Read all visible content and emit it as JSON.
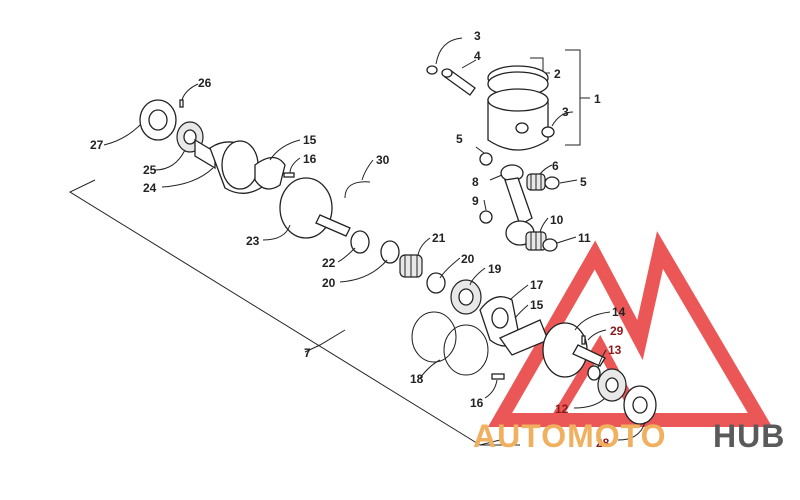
{
  "callouts": [
    {
      "id": "c1",
      "text": "1"
    },
    {
      "id": "c2",
      "text": "2"
    },
    {
      "id": "c3a",
      "text": "3"
    },
    {
      "id": "c3b",
      "text": "3"
    },
    {
      "id": "c4",
      "text": "4"
    },
    {
      "id": "c5a",
      "text": "5"
    },
    {
      "id": "c5b",
      "text": "5"
    },
    {
      "id": "c6",
      "text": "6"
    },
    {
      "id": "c7",
      "text": "7"
    },
    {
      "id": "c8",
      "text": "8"
    },
    {
      "id": "c9",
      "text": "9"
    },
    {
      "id": "c10",
      "text": "10"
    },
    {
      "id": "c11",
      "text": "11"
    },
    {
      "id": "c12",
      "text": "12"
    },
    {
      "id": "c13",
      "text": "13"
    },
    {
      "id": "c14",
      "text": "14"
    },
    {
      "id": "c15a",
      "text": "15"
    },
    {
      "id": "c15b",
      "text": "15"
    },
    {
      "id": "c16a",
      "text": "16"
    },
    {
      "id": "c16b",
      "text": "16"
    },
    {
      "id": "c17",
      "text": "17"
    },
    {
      "id": "c18",
      "text": "18"
    },
    {
      "id": "c19",
      "text": "19"
    },
    {
      "id": "c20a",
      "text": "20"
    },
    {
      "id": "c20b",
      "text": "20"
    },
    {
      "id": "c21",
      "text": "21"
    },
    {
      "id": "c22",
      "text": "22"
    },
    {
      "id": "c23",
      "text": "23"
    },
    {
      "id": "c24",
      "text": "24"
    },
    {
      "id": "c25",
      "text": "25"
    },
    {
      "id": "c26",
      "text": "26"
    },
    {
      "id": "c27",
      "text": "27"
    },
    {
      "id": "c28",
      "text": "28"
    },
    {
      "id": "c29",
      "text": "29"
    },
    {
      "id": "c30",
      "text": "30"
    }
  ],
  "watermark": {
    "part1": "AUTOMOTO",
    "part2": "HUB",
    "color_main": "#f0b060",
    "color_accent": "#5a5a5a",
    "triangle_color": "#e83a3a"
  }
}
